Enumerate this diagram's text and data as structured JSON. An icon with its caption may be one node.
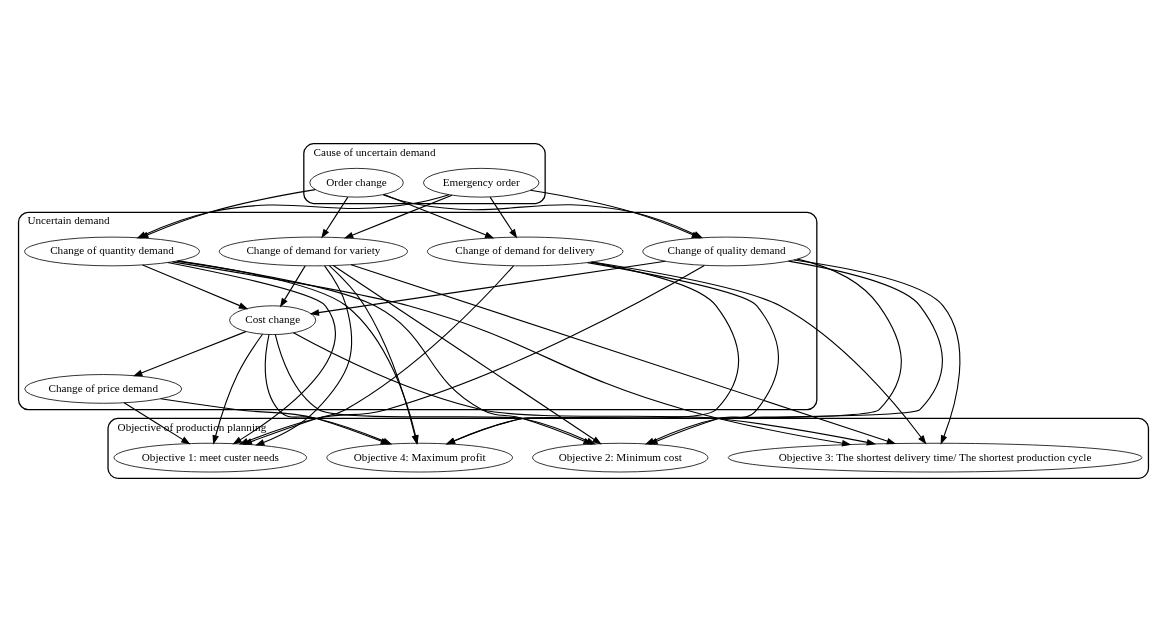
{
  "diagram": {
    "nodes": [
      {
        "text": [
          "Cause of uncertain demand"
        ]
      },
      {
        "text": [
          "Order change"
        ],
        "in": 0
      },
      {
        "text": [
          "Emergency order"
        ],
        "in": 0
      },
      {
        "text": [
          "Uncertain demand"
        ]
      },
      {
        "text": [
          "Change of quantity demand"
        ],
        "in": 3
      },
      {
        "text": [
          "Change of demand for variety"
        ],
        "in": 3
      },
      {
        "text": [
          "Change of demand for delivery"
        ],
        "in": 3
      },
      {
        "text": [
          "Change of quality demand"
        ],
        "in": 3
      },
      {
        "text": [
          "Cost change"
        ],
        "in": 3
      },
      {
        "text": [
          "Change of price demand"
        ],
        "in": 3
      },
      {
        "text": [
          "Objective of production planning"
        ]
      },
      {
        "text": [
          "Objective 1: meet custer needs"
        ],
        "in": 10
      },
      {
        "text": [
          "Objective 4: Maximum profit"
        ],
        "in": 10
      },
      {
        "text": [
          "Objective 2: Minimum cost"
        ],
        "in": 10
      },
      {
        "text": [
          "Objective 3: The shortest delivery time/ The shortest production cycle"
        ],
        "in": 10
      }
    ],
    "edges": [
      {
        "from": 1,
        "to": 4,
        "arrow": "to"
      },
      {
        "from": 1,
        "to": 5,
        "arrow": "to"
      },
      {
        "from": 1,
        "to": 6,
        "arrow": "to"
      },
      {
        "from": 1,
        "to": 7,
        "arrow": "to"
      },
      {
        "from": 2,
        "to": 4,
        "arrow": "to"
      },
      {
        "from": 2,
        "to": 5,
        "arrow": "to"
      },
      {
        "from": 2,
        "to": 6,
        "arrow": "to"
      },
      {
        "from": 2,
        "to": 7,
        "arrow": "to"
      },
      {
        "from": 4,
        "to": 8,
        "arrow": "to"
      },
      {
        "from": 5,
        "to": 8,
        "arrow": "to"
      },
      {
        "from": 7,
        "to": 8,
        "arrow": "to"
      },
      {
        "from": 8,
        "to": 9,
        "arrow": "to"
      },
      {
        "from": 4,
        "to": 11,
        "arrow": "to"
      },
      {
        "from": 4,
        "to": 12,
        "arrow": "to"
      },
      {
        "from": 4,
        "to": 13,
        "arrow": "to"
      },
      {
        "from": 4,
        "to": 14,
        "arrow": "to"
      },
      {
        "from": 5,
        "to": 11,
        "arrow": "to"
      },
      {
        "from": 5,
        "to": 12,
        "arrow": "to"
      },
      {
        "from": 5,
        "to": 13,
        "arrow": "to"
      },
      {
        "from": 5,
        "to": 14,
        "arrow": "to"
      },
      {
        "from": 6,
        "to": 11,
        "arrow": "to"
      },
      {
        "from": 6,
        "to": 12,
        "arrow": "to"
      },
      {
        "from": 6,
        "to": 13,
        "arrow": "to"
      },
      {
        "from": 6,
        "to": 14,
        "arrow": "to"
      },
      {
        "from": 7,
        "to": 11,
        "arrow": "to"
      },
      {
        "from": 7,
        "to": 12,
        "arrow": "to"
      },
      {
        "from": 7,
        "to": 13,
        "arrow": "to"
      },
      {
        "from": 7,
        "to": 14,
        "arrow": "to"
      },
      {
        "from": 8,
        "to": 11,
        "arrow": "to"
      },
      {
        "from": 8,
        "to": 12,
        "arrow": "to"
      },
      {
        "from": 8,
        "to": 13,
        "arrow": "to"
      },
      {
        "from": 8,
        "to": 14,
        "arrow": "to"
      },
      {
        "from": 9,
        "to": 11,
        "arrow": "to"
      },
      {
        "from": 9,
        "to": 12,
        "arrow": "to"
      }
    ]
  }
}
